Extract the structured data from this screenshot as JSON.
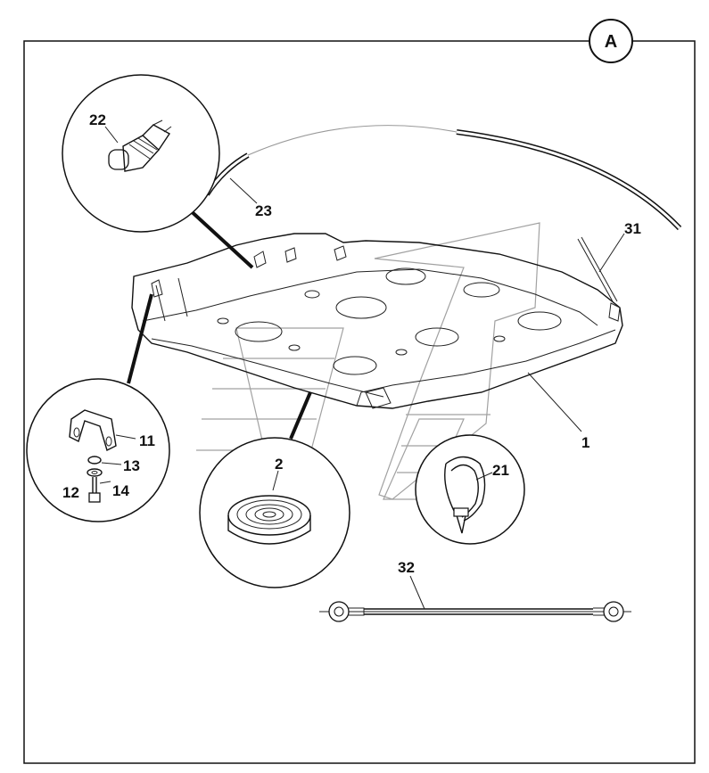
{
  "corner_label": "A",
  "callouts": [
    {
      "id": "22",
      "text": "22"
    },
    {
      "id": "23",
      "text": "23"
    },
    {
      "id": "31",
      "text": "31"
    },
    {
      "id": "1",
      "text": "1"
    },
    {
      "id": "11",
      "text": "11"
    },
    {
      "id": "13",
      "text": "13"
    },
    {
      "id": "12",
      "text": "12"
    },
    {
      "id": "14",
      "text": "14"
    },
    {
      "id": "2",
      "text": "2"
    },
    {
      "id": "21",
      "text": "21"
    },
    {
      "id": "32",
      "text": "32"
    }
  ]
}
